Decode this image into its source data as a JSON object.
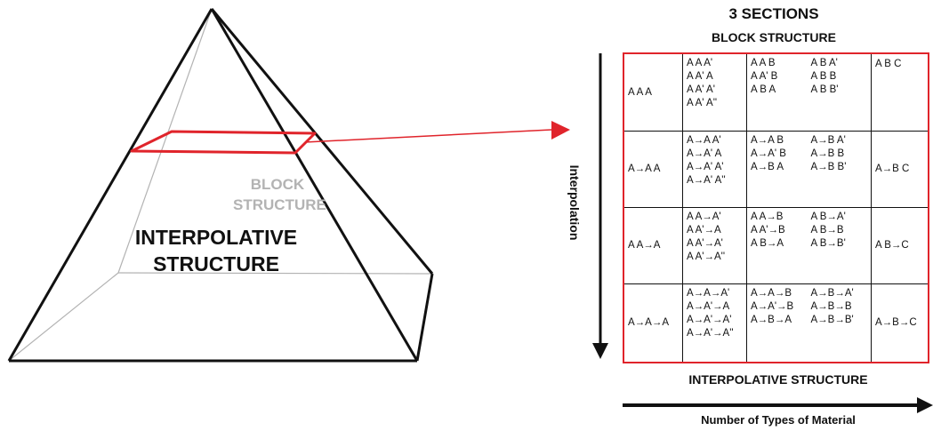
{
  "header": {
    "title": "3 SECTIONS",
    "subtitle": "BLOCK STRUCTURE"
  },
  "pyramid": {
    "block_label_line1": "BLOCK",
    "block_label_line2": "STRUCTURE",
    "interp_label_line1": "INTERPOLATIVE",
    "interp_label_line2": "STRUCTURE"
  },
  "axes": {
    "vertical_label": "Interpolation",
    "bottom_label": "INTERPOLATIVE STRUCTURE",
    "horizontal_label": "Number of Types of Material"
  },
  "colors": {
    "accent_red": "#e0242b",
    "outline_black": "#111111",
    "faint_gray": "#b3b3b3"
  },
  "table": {
    "rows": [
      {
        "c0": "A A A",
        "c1": [
          "A A A'",
          "A A' A",
          "A A' A'",
          "A A' A''"
        ],
        "c2a": [
          "A A B",
          "A A' B",
          "A B A"
        ],
        "c2b": [
          "A B A'",
          "A B B",
          "A B B'"
        ],
        "c3": "A B C"
      },
      {
        "c0": "A→A A",
        "c1": [
          "A→A A'",
          "A→A' A",
          "A→A' A'",
          "A→A' A''"
        ],
        "c2a": [
          "A→A B",
          "A→A' B",
          "A→B A"
        ],
        "c2b": [
          "A→B A'",
          "A→B B",
          "A→B B'"
        ],
        "c3": "A→B C"
      },
      {
        "c0": "A A→A",
        "c1": [
          "A A→A'",
          "A A'→A",
          "A A'→A'",
          "A A'→A''"
        ],
        "c2a": [
          "A A→B",
          "A A'→B",
          "A B→A"
        ],
        "c2b": [
          "A B→A'",
          "A B→B",
          "A B→B'"
        ],
        "c3": "A B→C"
      },
      {
        "c0": "A→A→A",
        "c1": [
          "A→A→A'",
          "A→A'→A",
          "A→A'→A'",
          "A→A'→A''"
        ],
        "c2a": [
          "A→A→B",
          "A→A'→B",
          "A→B→A"
        ],
        "c2b": [
          "A→B→A'",
          "A→B→B",
          "A→B→B'"
        ],
        "c3": "A→B→C"
      }
    ]
  }
}
